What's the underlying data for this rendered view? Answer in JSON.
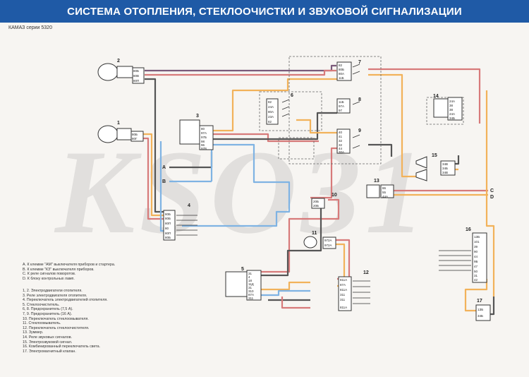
{
  "header": {
    "title": "СИСТЕМА ОТОПЛЕНИЯ, СТЕКЛООЧИСТКИ И ЗВУКОВОЙ СИГНАЛИЗАЦИИ"
  },
  "subtitle": "КАМАЗ серии 5320",
  "watermark": "KSO31",
  "colors": {
    "header_bg": "#1f5aa6",
    "wire_orange": "#f2b25a",
    "wire_blue": "#7fb3e3",
    "wire_red": "#d77a7a",
    "wire_gray": "#555555",
    "wire_purple": "#7a5a7a"
  },
  "diagram": {
    "component_numbers": [
      "1",
      "2",
      "3",
      "4",
      "5",
      "6",
      "7",
      "8",
      "9",
      "10",
      "11",
      "12",
      "13",
      "14",
      "15",
      "16",
      "17"
    ],
    "terminal_labels": {
      "a": "A",
      "b": "B",
      "c": "C",
      "d": "D"
    },
    "connectors": {
      "c2": [
        "80Б",
        "80В",
        "80П"
      ],
      "c1": [
        "80Б",
        "80Г"
      ],
      "c7": [
        "82",
        "80Б",
        "80А",
        "11Б"
      ],
      "c6": [
        "82",
        "24А",
        "80А",
        "23А",
        "82"
      ],
      "c8": [
        "11Б",
        "97А",
        "97"
      ],
      "c3": [
        "80",
        "97А",
        "97Б",
        "98",
        "96",
        "97В"
      ],
      "c9": [
        "40",
        "41",
        "32",
        "32",
        "44",
        "30А"
      ],
      "c14": [
        "24А",
        "38",
        "38",
        "24А",
        "34Б"
      ],
      "c15": [
        "34В",
        "34Б",
        "34В"
      ],
      "c13": [
        "86",
        "55",
        "44А"
      ],
      "c10": [
        "20Б",
        "20Б"
      ],
      "c4": [
        "80Б",
        "80Б",
        "80П",
        "80",
        "80П",
        "80Б"
      ],
      "c11": [
        "972А",
        "972А"
      ],
      "c5": [
        "31",
        "4",
        "18",
        "11Д",
        "31",
        "310",
        "87А",
        "311"
      ],
      "c12": [
        "811А",
        "87А",
        "811А",
        "311",
        "311",
        "811А"
      ],
      "c16": [
        "1ЗБ",
        "101",
        "39",
        "90",
        "44",
        "9Б",
        "47",
        "50",
        "31",
        "42"
      ],
      "c17": [
        "1ЗБ",
        "34Б"
      ]
    }
  },
  "legend_terminals": [
    "А. К клемме \"АМ\" выключателя приборов и стартера.",
    "В. К клемме \"КЗ\" выключателя приборов.",
    "С. К реле сигналов поворотов.",
    "D. К блоку контрольных ламп."
  ],
  "legend_components": [
    "1, 2. Электродвигатели отопителя.",
    "3. Реле электродвигателя отопителя.",
    "4. Переключатель электродвигателей отопителя.",
    "5. Стеклоочиститель.",
    "6, 8. Предохранитель (7,5 А).",
    "7, 9. Предохранитель (16 А).",
    "10. Переключатель стеклоомывателя.",
    "11. Стеклоомыватель.",
    "12. Переключатель стеклоочистителя.",
    "13. Зуммер.",
    "14. Реле звуковых сигналов.",
    "15. Электрозвуковой сигнал.",
    "16. Комбинированный переключатель света.",
    "17. Электромагнитный клапан."
  ]
}
